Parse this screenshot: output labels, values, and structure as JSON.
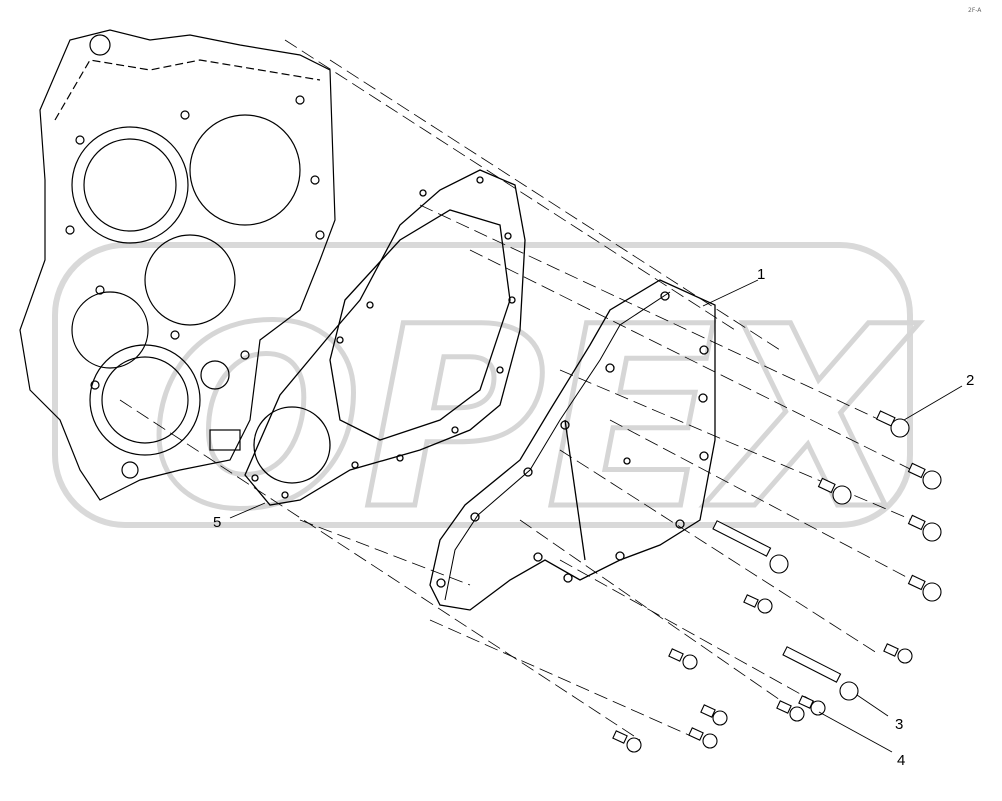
{
  "watermark": {
    "text": "OPEX"
  },
  "corner_mark": "2F-A",
  "callouts": [
    {
      "id": "1",
      "label": "1"
    },
    {
      "id": "2",
      "label": "2"
    },
    {
      "id": "3",
      "label": "3"
    },
    {
      "id": "4",
      "label": "4"
    },
    {
      "id": "5",
      "label": "5"
    }
  ],
  "parts": {
    "cover": "1",
    "bolt_short": "2",
    "bolt_long": "3",
    "bolt_small": "4",
    "gasket": "5"
  }
}
